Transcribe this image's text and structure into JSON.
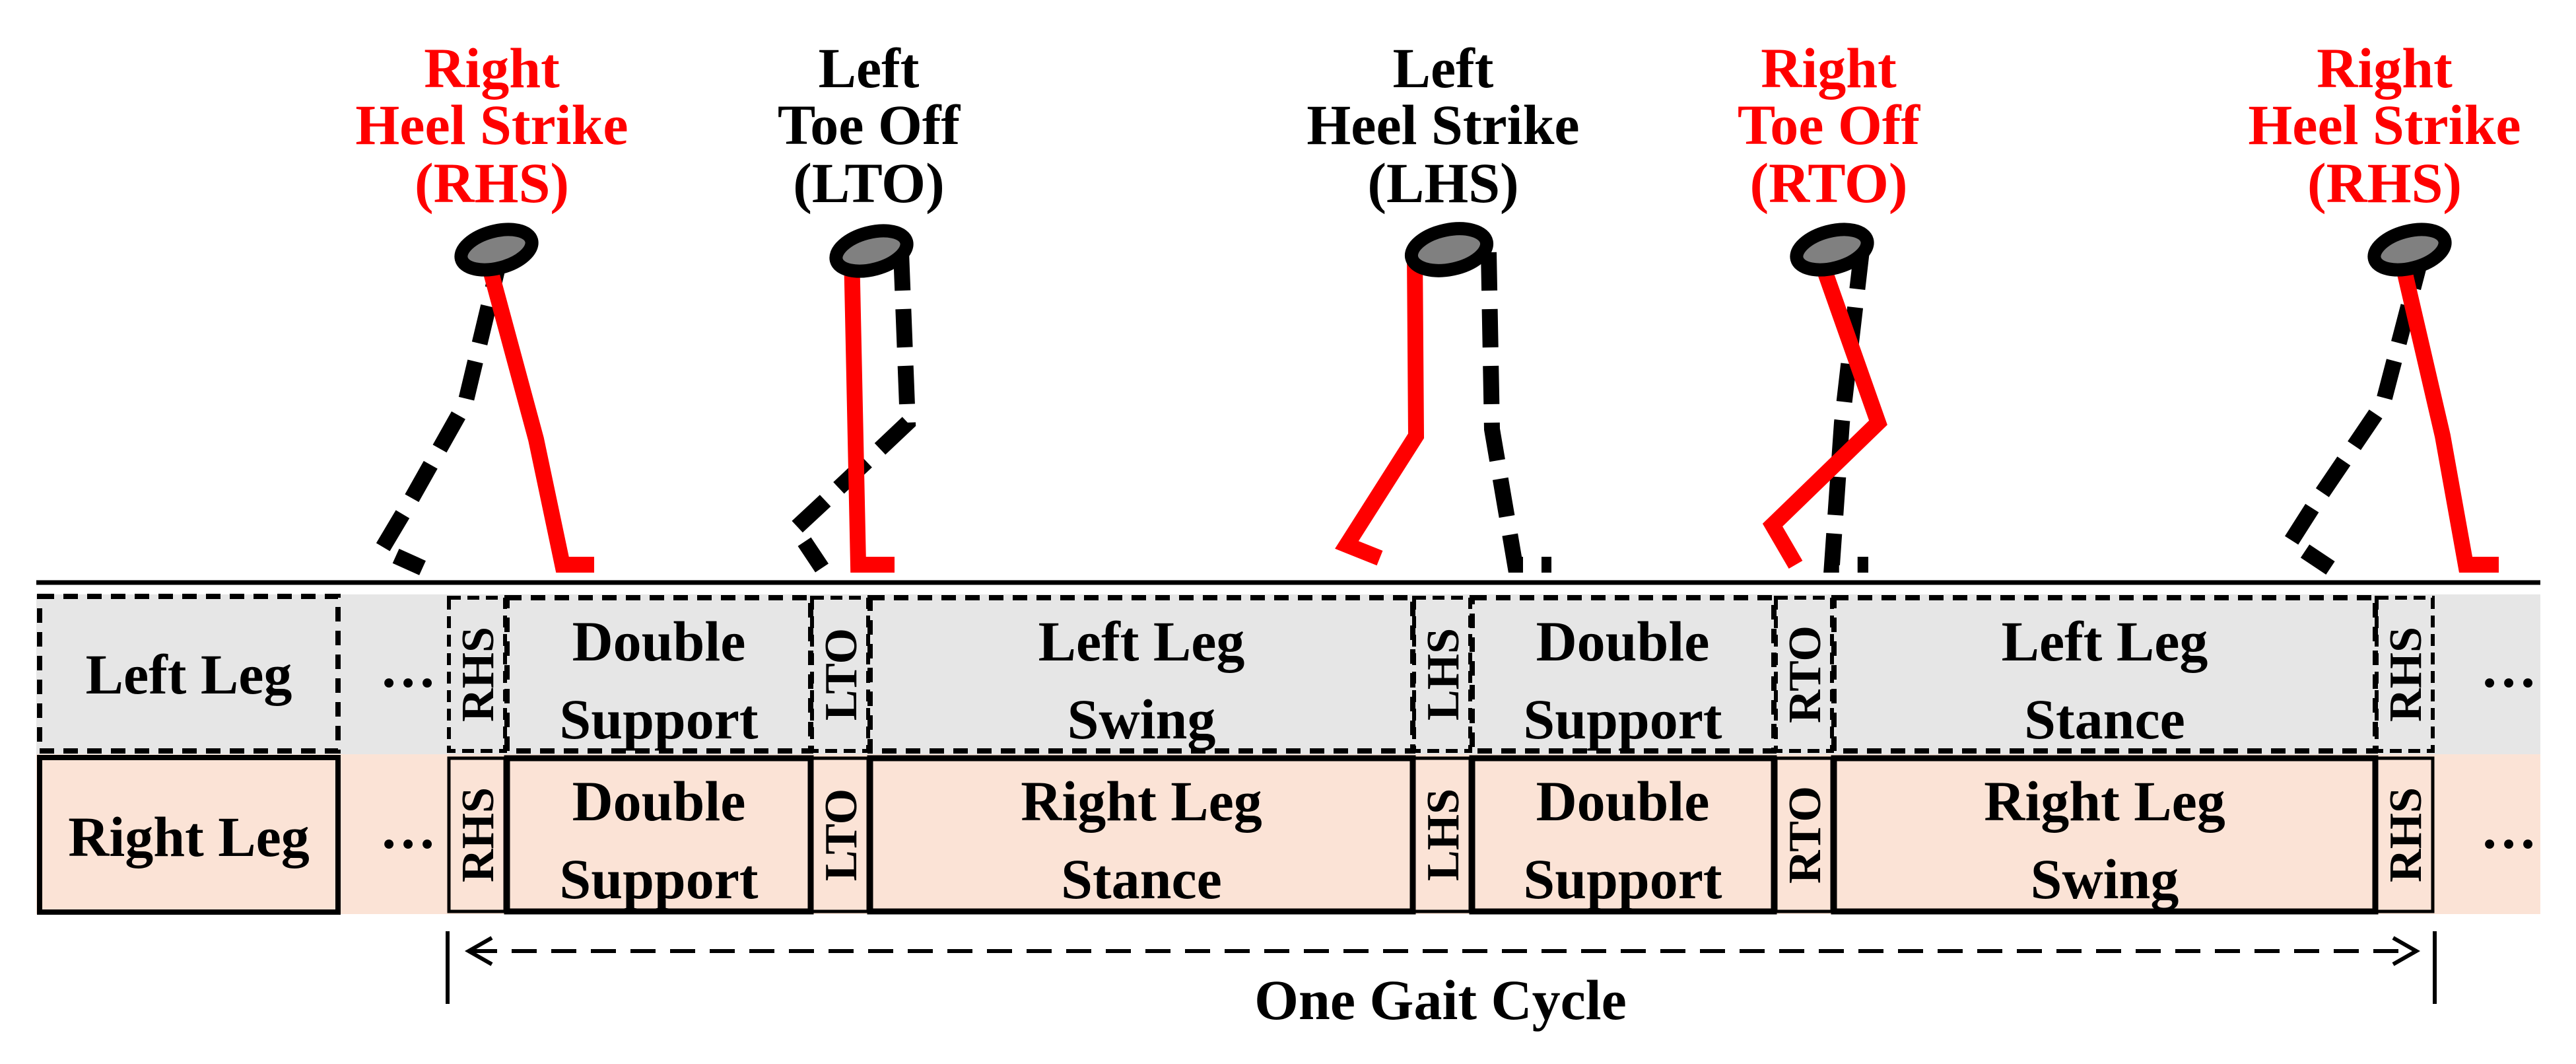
{
  "colors": {
    "right": "#ff0000",
    "left": "#000000",
    "left_row_bg": "#e6e6e6",
    "right_row_bg": "#fbe3d6",
    "hip_fill": "#808080"
  },
  "events": [
    {
      "lines": [
        "Right",
        "Heel Strike",
        "(RHS)"
      ],
      "side": "right"
    },
    {
      "lines": [
        "Left",
        "Toe Off",
        "(LTO)"
      ],
      "side": "left"
    },
    {
      "lines": [
        "Left",
        "Heel Strike",
        "(LHS)"
      ],
      "side": "left"
    },
    {
      "lines": [
        "Right",
        "Toe Off",
        "(RTO)"
      ],
      "side": "right"
    },
    {
      "lines": [
        "Right",
        "Heel Strike",
        "(RHS)"
      ],
      "side": "right"
    }
  ],
  "rows": {
    "left": {
      "label": "Left Leg",
      "ellipsis": "…",
      "trail": "…",
      "markers": [
        "RHS",
        "LTO",
        "LHS",
        "RTO",
        "RHS"
      ],
      "phases": [
        {
          "lines": [
            "Double",
            "Support"
          ]
        },
        {
          "lines": [
            "Left Leg",
            "Swing"
          ]
        },
        {
          "lines": [
            "Double",
            "Support"
          ]
        },
        {
          "lines": [
            "Left Leg",
            "Stance"
          ]
        }
      ]
    },
    "right": {
      "label": "Right Leg",
      "ellipsis": "…",
      "trail": "…",
      "markers": [
        "RHS",
        "LTO",
        "LHS",
        "RTO",
        "RHS"
      ],
      "phases": [
        {
          "lines": [
            "Double",
            "Support"
          ]
        },
        {
          "lines": [
            "Right Leg",
            "Stance"
          ]
        },
        {
          "lines": [
            "Double",
            "Support"
          ]
        },
        {
          "lines": [
            "Right Leg",
            "Swing"
          ]
        }
      ]
    }
  },
  "cycle_label": "One Gait Cycle"
}
